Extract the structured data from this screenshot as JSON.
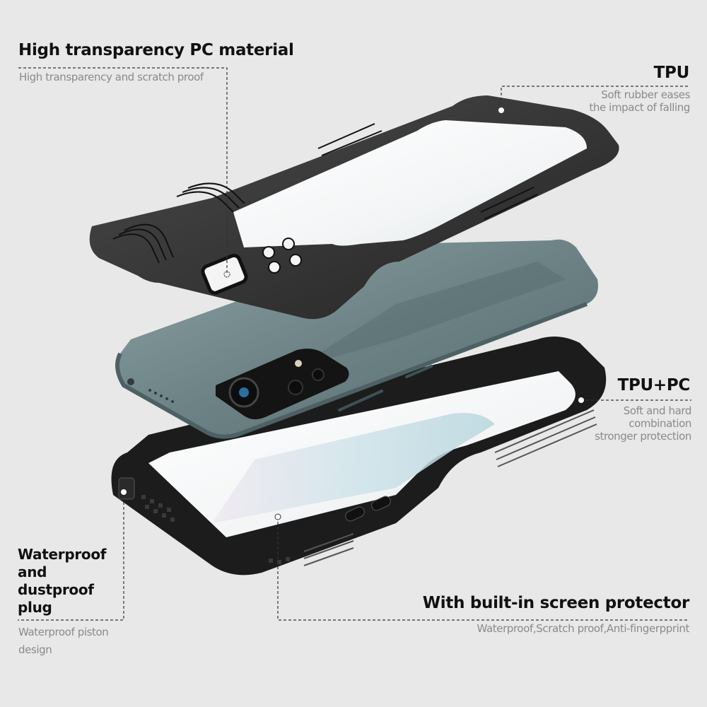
{
  "colors": {
    "background": "#e8e8e8",
    "title_text": "#111111",
    "subtitle_text": "#8a8a8a",
    "case_black": "#2b2b2b",
    "phone_body": "#6f8588",
    "leader_line": "#333333"
  },
  "callouts": {
    "pc_material": {
      "title": "High transparency PC material",
      "subtitle": "High transparency and scratch proof"
    },
    "tpu": {
      "title": "TPU",
      "subtitle_lines": [
        "Soft rubber eases",
        "the impact of falling"
      ]
    },
    "tpu_pc": {
      "title": "TPU+PC",
      "subtitle_lines": [
        "Soft and hard",
        "combination",
        "stronger protection"
      ]
    },
    "plug": {
      "title_lines": [
        "Waterproof",
        "and",
        "dustproof",
        "plug"
      ],
      "subtitle_lines": [
        "Waterproof piston",
        "design"
      ]
    },
    "screen_protector": {
      "title": "With built-in screen protector",
      "subtitle": "Waterproof,Scratch proof,Anti-fingerpprint"
    }
  },
  "illustration": {
    "parts": [
      "back-cover",
      "phone",
      "front-frame"
    ],
    "icons": [
      "camera-cutout-icon",
      "camera-module-icon",
      "waterproof-plug-icon"
    ]
  }
}
